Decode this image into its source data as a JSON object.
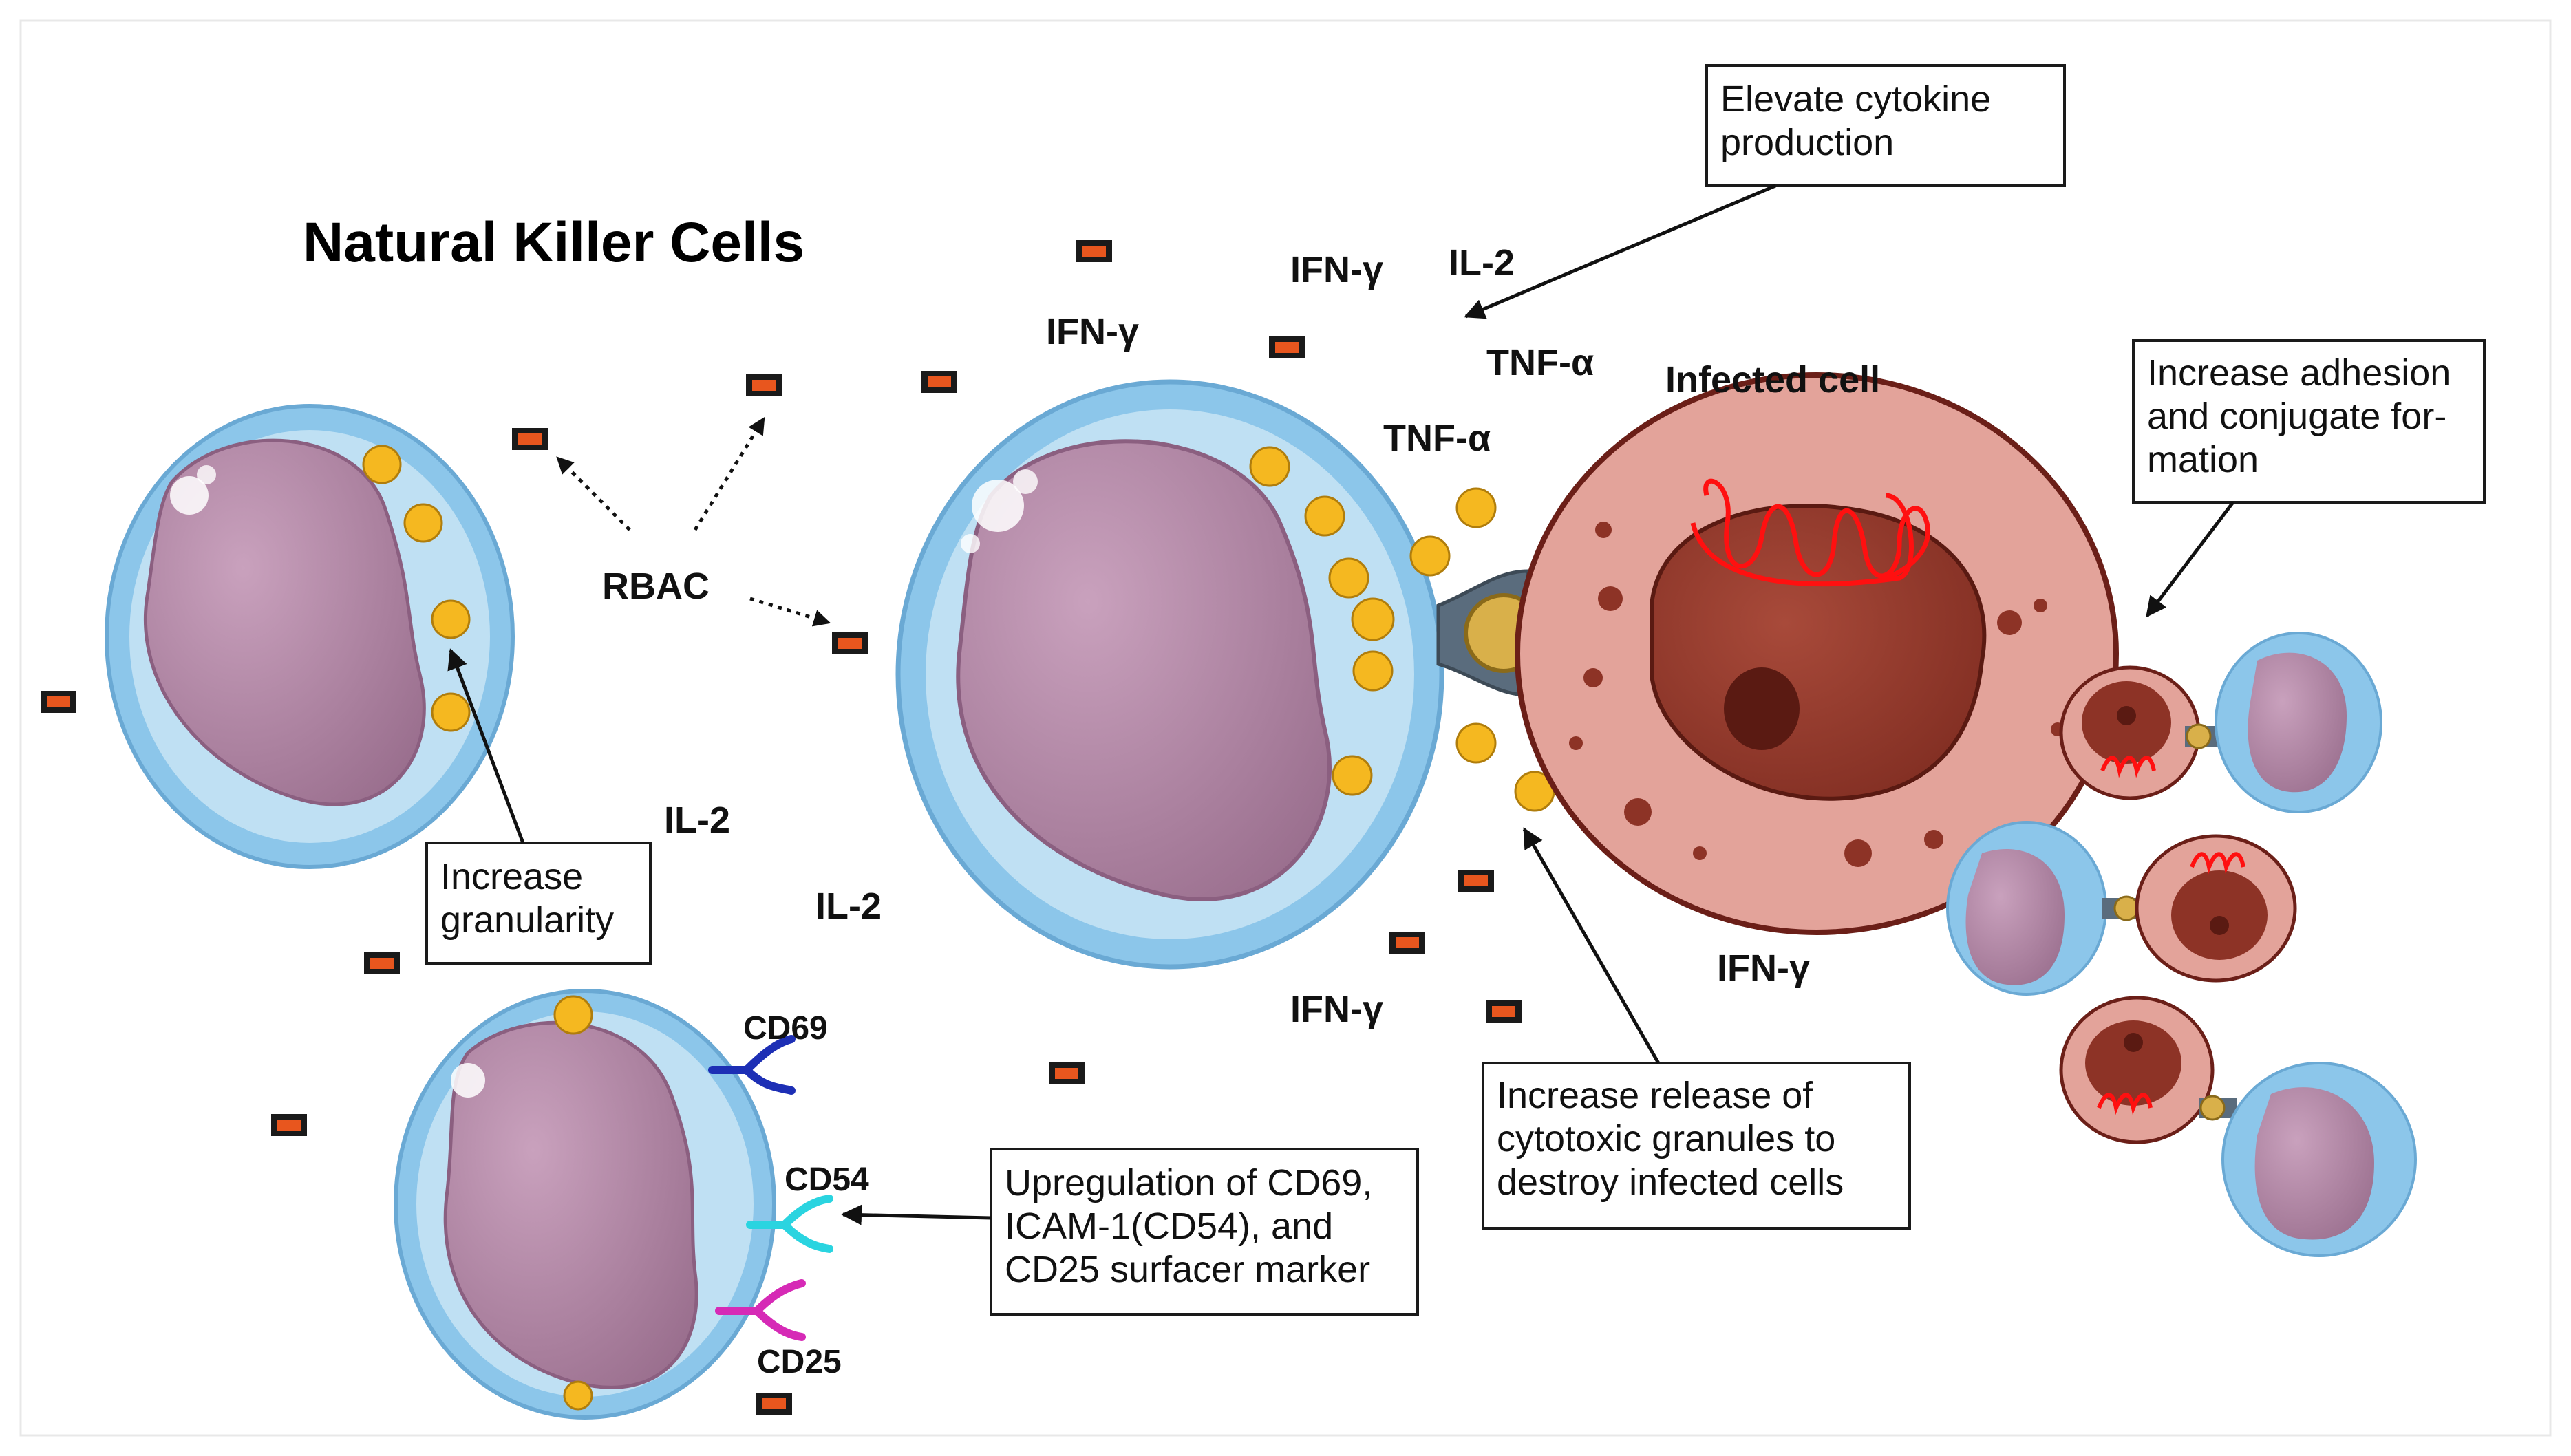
{
  "title": "Natural Killer Cells",
  "labels": {
    "rbac": "RBAC",
    "infected_cell": "Infected cell",
    "cd69": "CD69",
    "cd54": "CD54",
    "cd25": "CD25",
    "il2_a": "IL-2",
    "il2_b": "IL-2",
    "il2_c": "IL-2",
    "ifng_a": "IFN-γ",
    "ifng_b": "IFN-γ",
    "ifng_c": "IFN-γ",
    "ifng_d": "IFN-γ",
    "tnfa_a": "TNF-α",
    "tnfa_b": "TNF-α"
  },
  "boxes": {
    "cytokine": [
      "Elevate cytokine",
      "production"
    ],
    "adhesion": [
      "Increase adhesion",
      "and conjugate for-",
      "mation"
    ],
    "granularity": [
      "Increase",
      "granularity"
    ],
    "upregulation": [
      "Upregulation of CD69,",
      "ICAM-1(CD54), and",
      "CD25 surfacer marker"
    ],
    "release": [
      "Increase release of",
      "cytotoxic granules to",
      "destroy infected cells"
    ]
  },
  "colors": {
    "nk_membrane": "#8cc6ea",
    "nk_cytoplasm": "#bfe0f3",
    "nk_nucleus": "#a77e9c",
    "granule": "#f5b820",
    "rbac_particle": "#e8561e",
    "infected_cytoplasm": "#e3a39a",
    "infected_nucleus": "#8d3326",
    "er_red": "#ff1010",
    "cd69": "#1d2fb5",
    "cd54": "#2ad4e0",
    "cd25": "#d62ab6",
    "synapse": "#5a6c7d"
  }
}
